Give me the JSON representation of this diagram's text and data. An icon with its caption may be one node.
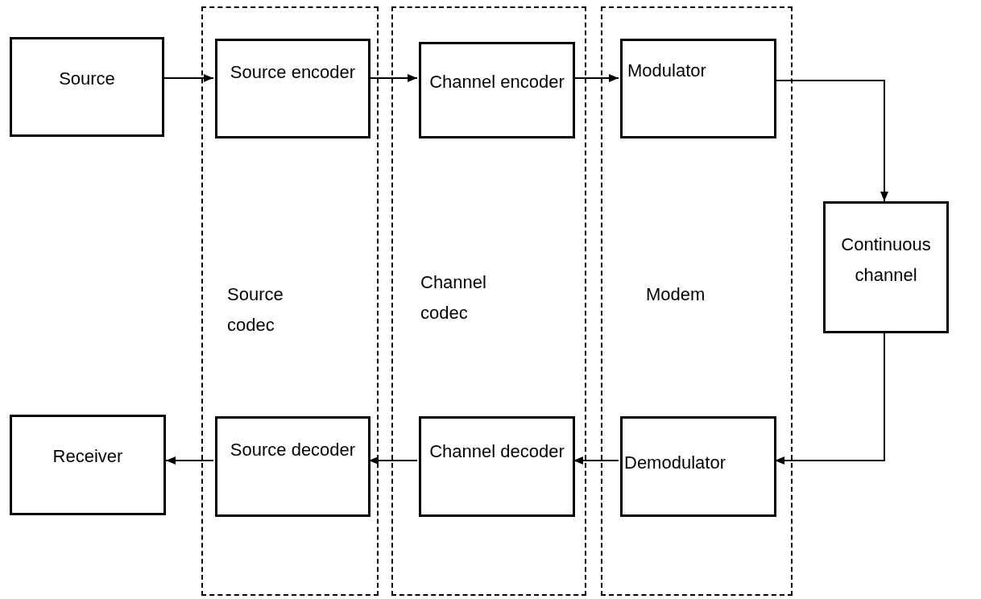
{
  "diagram": {
    "nodes": [
      {
        "text": [
          "Source"
        ]
      },
      {
        "text": [
          "Source codec"
        ]
      },
      {
        "text": [
          "Source encoder"
        ],
        "in": 1
      },
      {
        "text": [
          "Channel codec"
        ]
      },
      {
        "text": [
          "Channel encoder"
        ],
        "in": 3
      },
      {
        "text": [
          "Modem"
        ]
      },
      {
        "text": [
          "Modulator"
        ],
        "in": 5
      },
      {
        "text": [
          "Continuous channel"
        ]
      },
      {
        "text": [
          "Receiver"
        ]
      },
      {
        "text": [
          "Source decoder"
        ],
        "in": 1
      },
      {
        "text": [
          "Channel decoder"
        ],
        "in": 3
      },
      {
        "text": [
          "Demodulator"
        ],
        "in": 5
      }
    ],
    "edges": [
      {
        "from": 0,
        "to": 2,
        "arrow": "to"
      },
      {
        "from": 2,
        "to": 4,
        "arrow": "to"
      },
      {
        "from": 4,
        "to": 6,
        "arrow": "to"
      },
      {
        "from": 6,
        "to": 7,
        "arrow": "to"
      },
      {
        "from": 7,
        "to": 11,
        "arrow": "to"
      },
      {
        "from": 11,
        "to": 10,
        "arrow": "to"
      },
      {
        "from": 10,
        "to": 9,
        "arrow": "to"
      },
      {
        "from": 9,
        "to": 8,
        "arrow": "to"
      }
    ]
  }
}
